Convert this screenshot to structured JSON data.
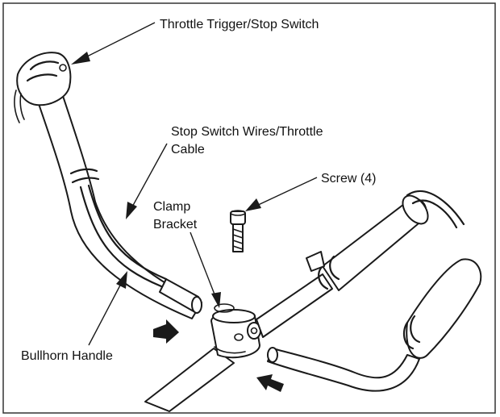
{
  "labels": {
    "throttle_trigger": "Throttle Trigger/Stop Switch",
    "stop_switch_wires_line1": "Stop Switch Wires/Throttle",
    "stop_switch_wires_line2": "Cable",
    "screw": "Screw (4)",
    "clamp_line1": "Clamp",
    "clamp_line2": "Bracket",
    "bullhorn_handle": "Bullhorn Handle"
  }
}
